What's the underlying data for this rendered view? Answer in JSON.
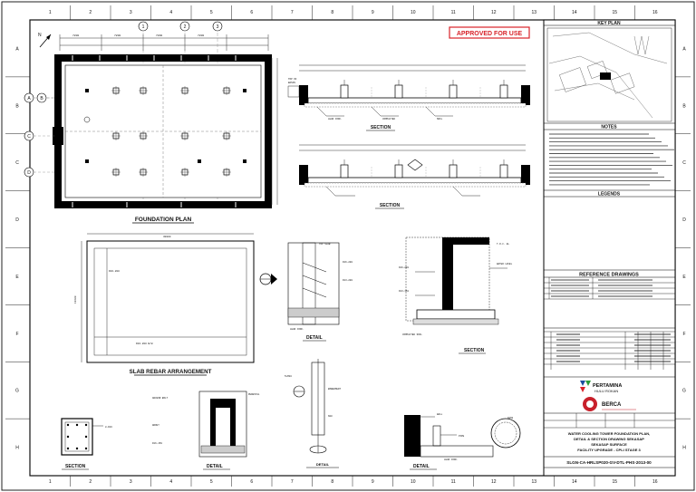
{
  "stamp": "APPROVED FOR USE",
  "grid_columns": [
    "1",
    "2",
    "3",
    "4",
    "5",
    "6",
    "7",
    "8",
    "9",
    "10",
    "11",
    "12",
    "13",
    "14",
    "15",
    "16"
  ],
  "grid_rows": [
    "A",
    "B",
    "C",
    "D",
    "E",
    "F",
    "G",
    "H"
  ],
  "views": {
    "foundation_plan": "FOUNDATION PLAN",
    "slab_rebar": "SLAB REBAR ARRANGEMENT",
    "section_a": "SECTION",
    "section_b": "SECTION",
    "section_c": "SECTION",
    "section_d": "SECTION",
    "detail_a": "DETAIL",
    "detail_b": "DETAIL",
    "detail_c": "DETAIL",
    "sump_detail": "DETAIL"
  },
  "grid_bubbles": {
    "top": [
      "1",
      "2",
      "3"
    ],
    "left": [
      "A",
      "B",
      "C",
      "D"
    ]
  },
  "key_plan": {
    "title": "KEY PLAN"
  },
  "notes": {
    "title": "NOTES"
  },
  "legends": {
    "title": "LEGENDS"
  },
  "reference_drawings": {
    "title": "REFERENCE DRAWINGS"
  },
  "logos": {
    "pertamina": "PERTAMINA",
    "pertamina_sub": "HULU ROKAN",
    "berca": "BERCA"
  },
  "title_block": {
    "line1": "WATER COOLING TOWER FOUNDATION PLAN,",
    "line2": "DETAIL & SECTION DRAWING SEKASAP",
    "line3": "SEKASAP SURFACE",
    "line4": "FACILITY UPGRADE - CPLI STAGE 3",
    "drawing_no": "SLGN-CA-HRLSP020-GV-DTL-PHS-2013-00"
  }
}
